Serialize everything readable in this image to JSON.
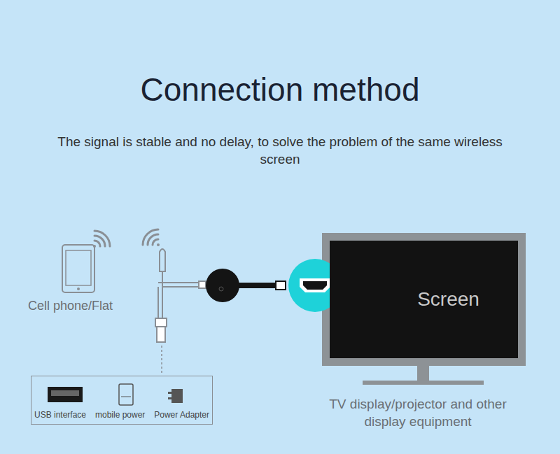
{
  "diagram": {
    "title": "Connection method",
    "nodes": [
      {
        "text": [
          "Cell phone/Flat"
        ]
      },
      {
        "text": [
          "USB interface",
          "mobile power",
          "Power Adapter"
        ]
      },
      {
        "text": [
          "Screen"
        ]
      }
    ],
    "labels": [
      "The signal is stable and no delay, to solve the problem of the same wireless screen",
      "TV display/projector and other display equipment"
    ]
  }
}
